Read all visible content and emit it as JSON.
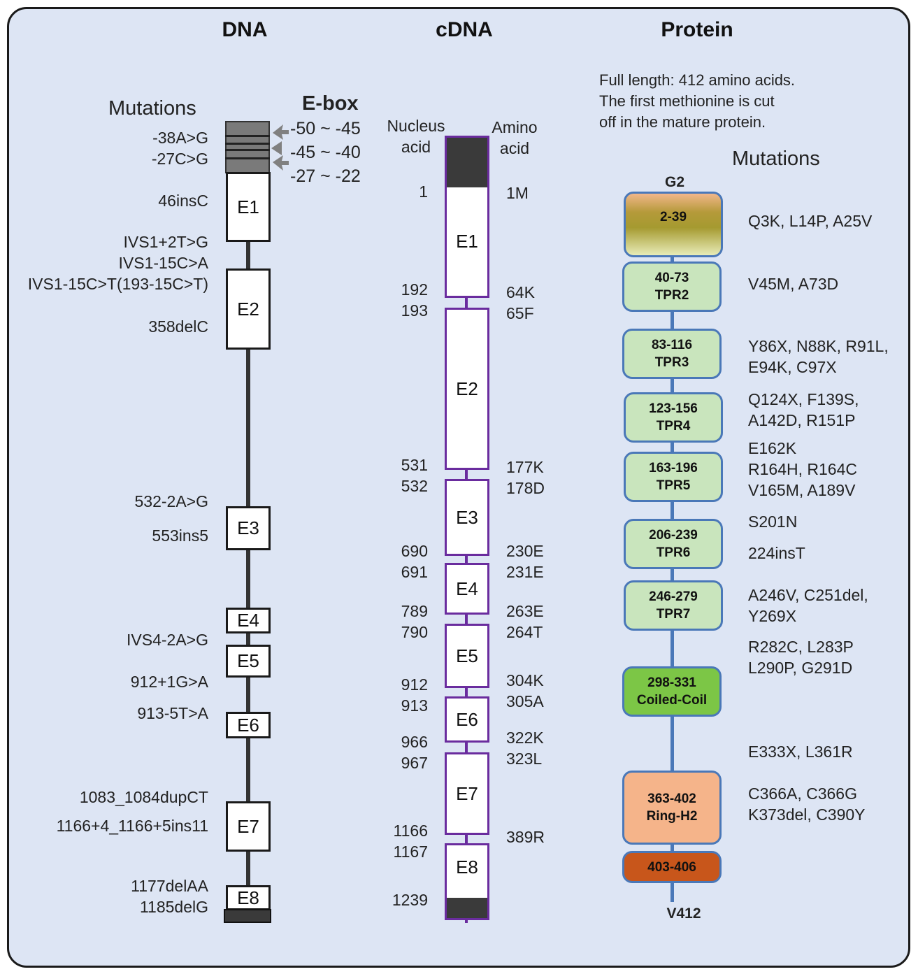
{
  "headers": {
    "dna": "DNA",
    "cdna": "cDNA",
    "protein": "Protein"
  },
  "dna": {
    "mutations_title": "Mutations",
    "ebox_title": "E-box",
    "ebox_ranges": [
      "-50 ~ -45",
      "-45 ~ -40",
      "-27 ~ -22"
    ],
    "exons": [
      "E1",
      "E2",
      "E3",
      "E4",
      "E5",
      "E6",
      "E7",
      "E8"
    ],
    "mutations": [
      "-38A>G",
      "-27C>G",
      "46insC",
      "IVS1+2T>G",
      "IVS1-15C>A",
      "IVS1-15C>T(193-15C>T)",
      "358delC",
      "532-2A>G",
      "553ins5",
      "IVS4-2A>G",
      "912+1G>A",
      "913-5T>A",
      "1083_1084dupCT",
      "1166+4_1166+5ins11",
      "1177delAA",
      "1185delG"
    ]
  },
  "cdna": {
    "nucleus_label": "Nucleus\nacid",
    "nucleus_label_1": "Nucleus",
    "nucleus_label_2": "acid",
    "amino_label_1": "Amino",
    "amino_label_2": "acid",
    "exons": [
      "E1",
      "E2",
      "E3",
      "E4",
      "E5",
      "E6",
      "E7",
      "E8"
    ],
    "nucleotides": [
      "1",
      "192",
      "193",
      "531",
      "532",
      "690",
      "691",
      "789",
      "790",
      "912",
      "913",
      "966",
      "967",
      "1166",
      "1167",
      "1239"
    ],
    "amino_acids": [
      "1M",
      "64K",
      "65F",
      "177K",
      "178D",
      "230E",
      "231E",
      "263E",
      "264T",
      "304K",
      "305A",
      "322K",
      "323L",
      "389R"
    ]
  },
  "protein": {
    "description": "Full length: 412 amino acids. The first methionine is cut off in the mature protein.",
    "desc_lines": [
      "Full length: 412 amino acids.",
      "The first methionine is cut",
      "off in the mature protein."
    ],
    "mutations_title": "Mutations",
    "start_label": "G2",
    "end_label": "V412",
    "domains": [
      {
        "range": "2-39",
        "name": ""
      },
      {
        "range": "40-73",
        "name": "TPR2"
      },
      {
        "range": "83-116",
        "name": "TPR3"
      },
      {
        "range": "123-156",
        "name": "TPR4"
      },
      {
        "range": "163-196",
        "name": "TPR5"
      },
      {
        "range": "206-239",
        "name": "TPR6"
      },
      {
        "range": "246-279",
        "name": "TPR7"
      },
      {
        "range": "298-331",
        "name": "Coiled-Coil"
      },
      {
        "range": "363-402",
        "name": "Ring-H2"
      },
      {
        "range": "403-406",
        "name": ""
      }
    ],
    "mutations": [
      [
        "Q3K, L14P, A25V"
      ],
      [
        "V45M, A73D"
      ],
      [
        "Y86X, N88K, R91L,",
        "E94K, C97X"
      ],
      [
        "Q124X, F139S,",
        "A142D, R151P"
      ],
      [
        "E162K",
        "R164H, R164C",
        "V165M, A189V"
      ],
      [
        "S201N"
      ],
      [
        "224insT"
      ],
      [
        "A246V, C251del,",
        "Y269X"
      ],
      [
        "R282C, L283P",
        "L290P, G291D"
      ],
      [
        "E333X, L361R"
      ],
      [
        "C366A, C366G",
        "K373del, C390Y"
      ]
    ]
  },
  "colors": {
    "panel_bg": "#dde5f4",
    "cdna_border": "#6a2c9e",
    "protein_axis": "#4a78b8",
    "tpr_fill": "#c9e5bd",
    "coiled_coil_fill": "#7cc646",
    "ring_fill": "#f5b48a",
    "end_fill": "#c8561b"
  }
}
